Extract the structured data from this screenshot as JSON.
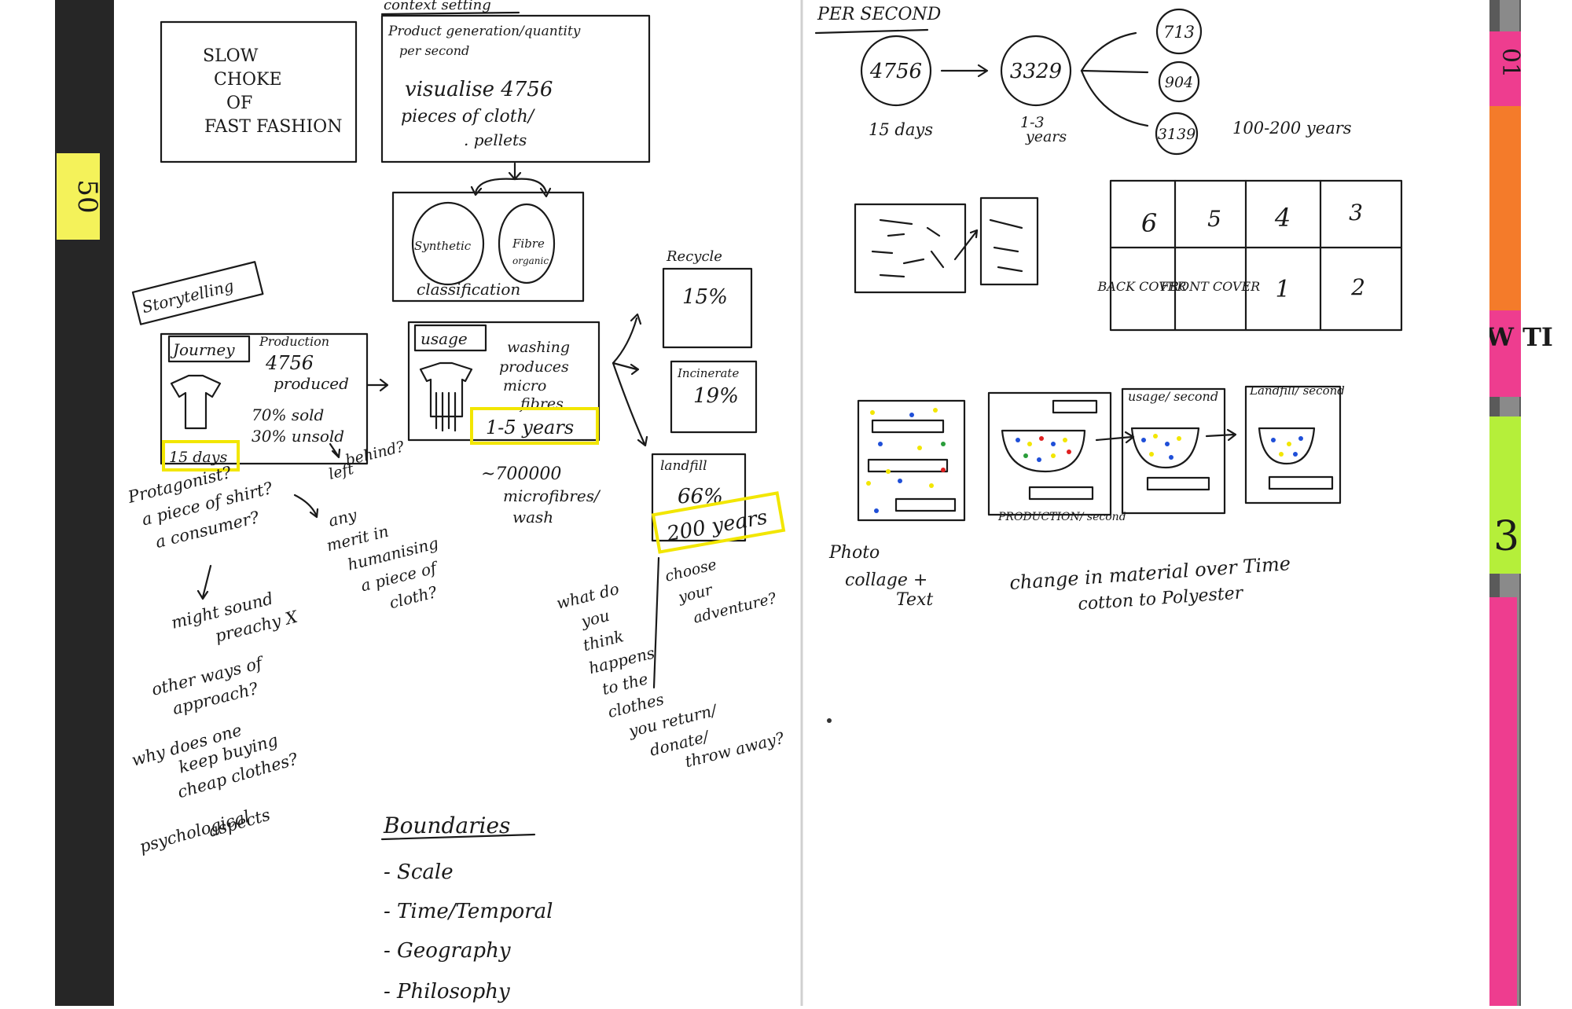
{
  "left_page": {
    "title_box": [
      "SLOW",
      "CHOKE",
      "OF",
      "FAST FASHION"
    ],
    "context": {
      "heading": "context setting",
      "line1": "Product generation/quantity",
      "line2": "per second",
      "body": [
        "visualise 4756",
        "pieces of cloth/",
        ". pellets"
      ]
    },
    "classification": {
      "circle_left": "Synthetic",
      "circle_right": [
        "Fibre",
        "organic"
      ],
      "label": "classification"
    },
    "storytelling_label": "Storytelling",
    "journey": {
      "tag": "Journey",
      "lines": [
        "Production",
        "4756",
        "produced",
        "70% sold",
        "30% unsold"
      ],
      "days": "15 days"
    },
    "usage": {
      "tag": "usage",
      "lines": [
        "washing",
        "produces",
        "micro",
        "fibres"
      ],
      "years": "1-5 years"
    },
    "microfibres_note": [
      "~700000",
      "microfibres/",
      "wash"
    ],
    "outcomes": {
      "recycle_label": "Recycle",
      "recycle_value": "15%",
      "incinerate_label": "Incinerate",
      "incinerate_value": "19%",
      "landfill_label": "landfill",
      "landfill_value": "66%",
      "landfill_years": "200 years"
    },
    "notes": {
      "protagonist": [
        "Protagonist?",
        "a piece of shirt?",
        "a consumer?"
      ],
      "left_behind": [
        "left",
        "behind?"
      ],
      "humanising": [
        "any",
        "merit in",
        "humanising",
        "a piece of",
        "cloth?"
      ],
      "preachy": [
        "might sound",
        "preachy X"
      ],
      "other_ways": [
        "other ways of",
        "approach?"
      ],
      "why_buy": [
        "why does one",
        "keep buying",
        "cheap clothes?"
      ],
      "psychological": [
        "psychological",
        "aspects"
      ],
      "what_happens": [
        "what do",
        "you",
        "think",
        "happens",
        "to the",
        "clothes",
        "you return/",
        "donate/",
        "throw away?"
      ],
      "adventure": [
        "choose",
        "your",
        "adventure?"
      ]
    },
    "boundaries": {
      "heading": "Boundaries",
      "items": [
        "- Scale",
        "- Time/Temporal",
        "- Geography",
        "- Philosophy"
      ]
    }
  },
  "right_page": {
    "per_second_heading": "PER SECOND",
    "flow": {
      "start": "4756",
      "start_caption": "15 days",
      "middle": "3329",
      "middle_caption": [
        "1-3",
        "years"
      ],
      "ends": [
        "713",
        "904",
        "3139"
      ],
      "end_caption": "100-200 years"
    },
    "layout_grid": {
      "top_row": [
        "6",
        "5",
        "4",
        "3"
      ],
      "bottom_row": [
        "BACK COVER",
        "FRONT COVER",
        "1",
        "2"
      ]
    },
    "storyboard": {
      "panel_labels": [
        "PRODUCTION/ second",
        "usage/ second",
        "Landfill/ second"
      ],
      "caption_left": [
        "Photo",
        "collage +",
        "Text"
      ],
      "caption_right": [
        "change in material over Time",
        "cotton to Polyester"
      ]
    }
  },
  "side_tabs": {
    "left_tab": "50",
    "right_tab_top": "01",
    "right_tab_mid": "W TI",
    "right_tab_low": "3",
    "tab_yellow": "#f4f25a",
    "tab_pink": "#ee3d8f",
    "tab_orange": "#f47b2a",
    "tab_green": "#b5ef3a",
    "highlight": "#f2e600"
  }
}
